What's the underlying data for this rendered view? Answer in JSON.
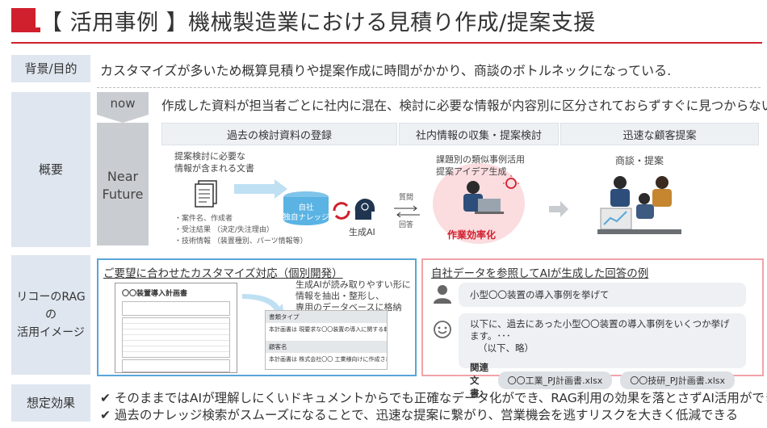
{
  "title": "【 活用事例 】機械製造業における見積り作成/提案支援",
  "rows": {
    "purpose_label": "背景/目的",
    "overview_label": "概要",
    "rag_label_1": "リコーのRAGの",
    "rag_label_2": "活用イメージ",
    "effect_label": "想定効果"
  },
  "purpose_text": "カスタマイズが多いため概算見積りや提案作成に時間がかかり、商談のボトルネックになっている.",
  "overview": {
    "now_label": "now",
    "near_label_1": "Near",
    "near_label_2": "Future",
    "now_text": "作成した資料が担当者ごとに社内に混在、検討に必要な情報が内容別に区分されておらずすぐに見つからない",
    "steps": [
      "過去の検討資料の登録",
      "社内情報の収集・提案検討",
      "迅速な顧客提案"
    ],
    "doc_caption_1": "提案検討に必要な",
    "doc_caption_2": "情報が含まれる文書",
    "doc_bullets": [
      "・案件名、作成者",
      "・受注結果 （決定/失注理由）",
      "・技術情報 （装置種別、パーツ情報等）"
    ],
    "db_label_1": "自社",
    "db_label_2": "独自ナレッジ",
    "ai_label": "生成AI",
    "question_label": "質問",
    "answer_label": "回答",
    "similar_label_1": "課題別の類似事例活用",
    "similar_label_2": "提案アイデア生成",
    "efficiency_label": "作業効率化",
    "proposal_label": "商談・提案"
  },
  "rag": {
    "left_heading": "ご要望に合わせたカスタマイズ対応（個別開発）",
    "doc_title": "〇〇装置導入計画書",
    "left_desc": [
      "生成AIが読み取りやすい形に",
      "情報を抽出・整形し、",
      "専用のデータベースに格納"
    ],
    "db_rows": [
      {
        "head": "書類タイプ",
        "body": "本計画書は 現要求な〇〇装置の導入に関する報告書です"
      },
      {
        "head": "顧客名",
        "body": "本計画書は 株式会社〇〇 工業様向けに作成された文書です"
      }
    ],
    "right_heading": "自社データを参照してAIが生成した回答の例",
    "question": "小型〇〇装置の導入事例を挙げて",
    "answer_1": "以下に、過去にあった小型〇〇装置の導入事例をいくつか挙げます。･･･",
    "answer_2": "（以下、略）",
    "related_label": "関連文書：",
    "related_docs": [
      "〇〇工業_PJ計画書.xlsx",
      "〇〇技研_PJ計画書.xlsx"
    ]
  },
  "effects": [
    "そのままではAIが理解しにくいドキュメントからでも正確なデータ化ができ、RAG利用の効果を落とさずAI活用ができる",
    "過去のナレッジ検索がスムーズになることで、迅速な提案に繋がり、営業機会を逃すリスクを大きく低減できる"
  ],
  "colors": {
    "accent": "#d0202e",
    "label_bg": "#dfe6ef",
    "blue": "#5aa6d8",
    "pink": "#f1a3aa"
  }
}
